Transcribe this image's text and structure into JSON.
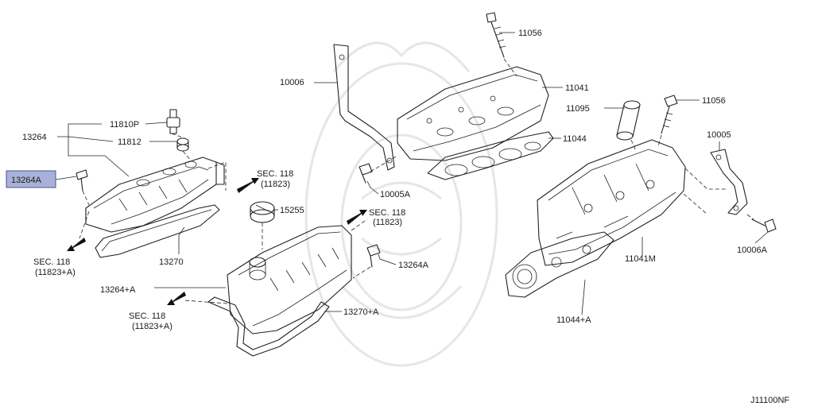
{
  "diagram_id": "J11100NF",
  "labels": {
    "p11056_top": "11056",
    "p10006": "10006",
    "p11041": "11041",
    "p11095": "11095",
    "p11056_right": "11056",
    "p11810p": "11810P",
    "p13264": "13264",
    "p11812": "11812",
    "p11044": "11044",
    "p10005": "10005",
    "p13264a_selected": "13264A",
    "p10005a": "10005A",
    "p15255": "15255",
    "p13270": "13270",
    "p13264a_mid": "13264A",
    "p11041m": "11041M",
    "p10006a": "10006A",
    "p13264plusa": "13264+A",
    "p13270plusa": "13270+A",
    "p11044plusa": "11044+A"
  },
  "section_refs": [
    {
      "line1": "SEC. 118",
      "line2": "(11823)"
    },
    {
      "line1": "SEC. 118",
      "line2": "(11823)"
    },
    {
      "line1": "SEC. 118",
      "line2": "(11823+A)"
    },
    {
      "line1": "SEC. 118",
      "line2": "(11823+A)"
    }
  ],
  "highlight_color": "#a9b1d8"
}
